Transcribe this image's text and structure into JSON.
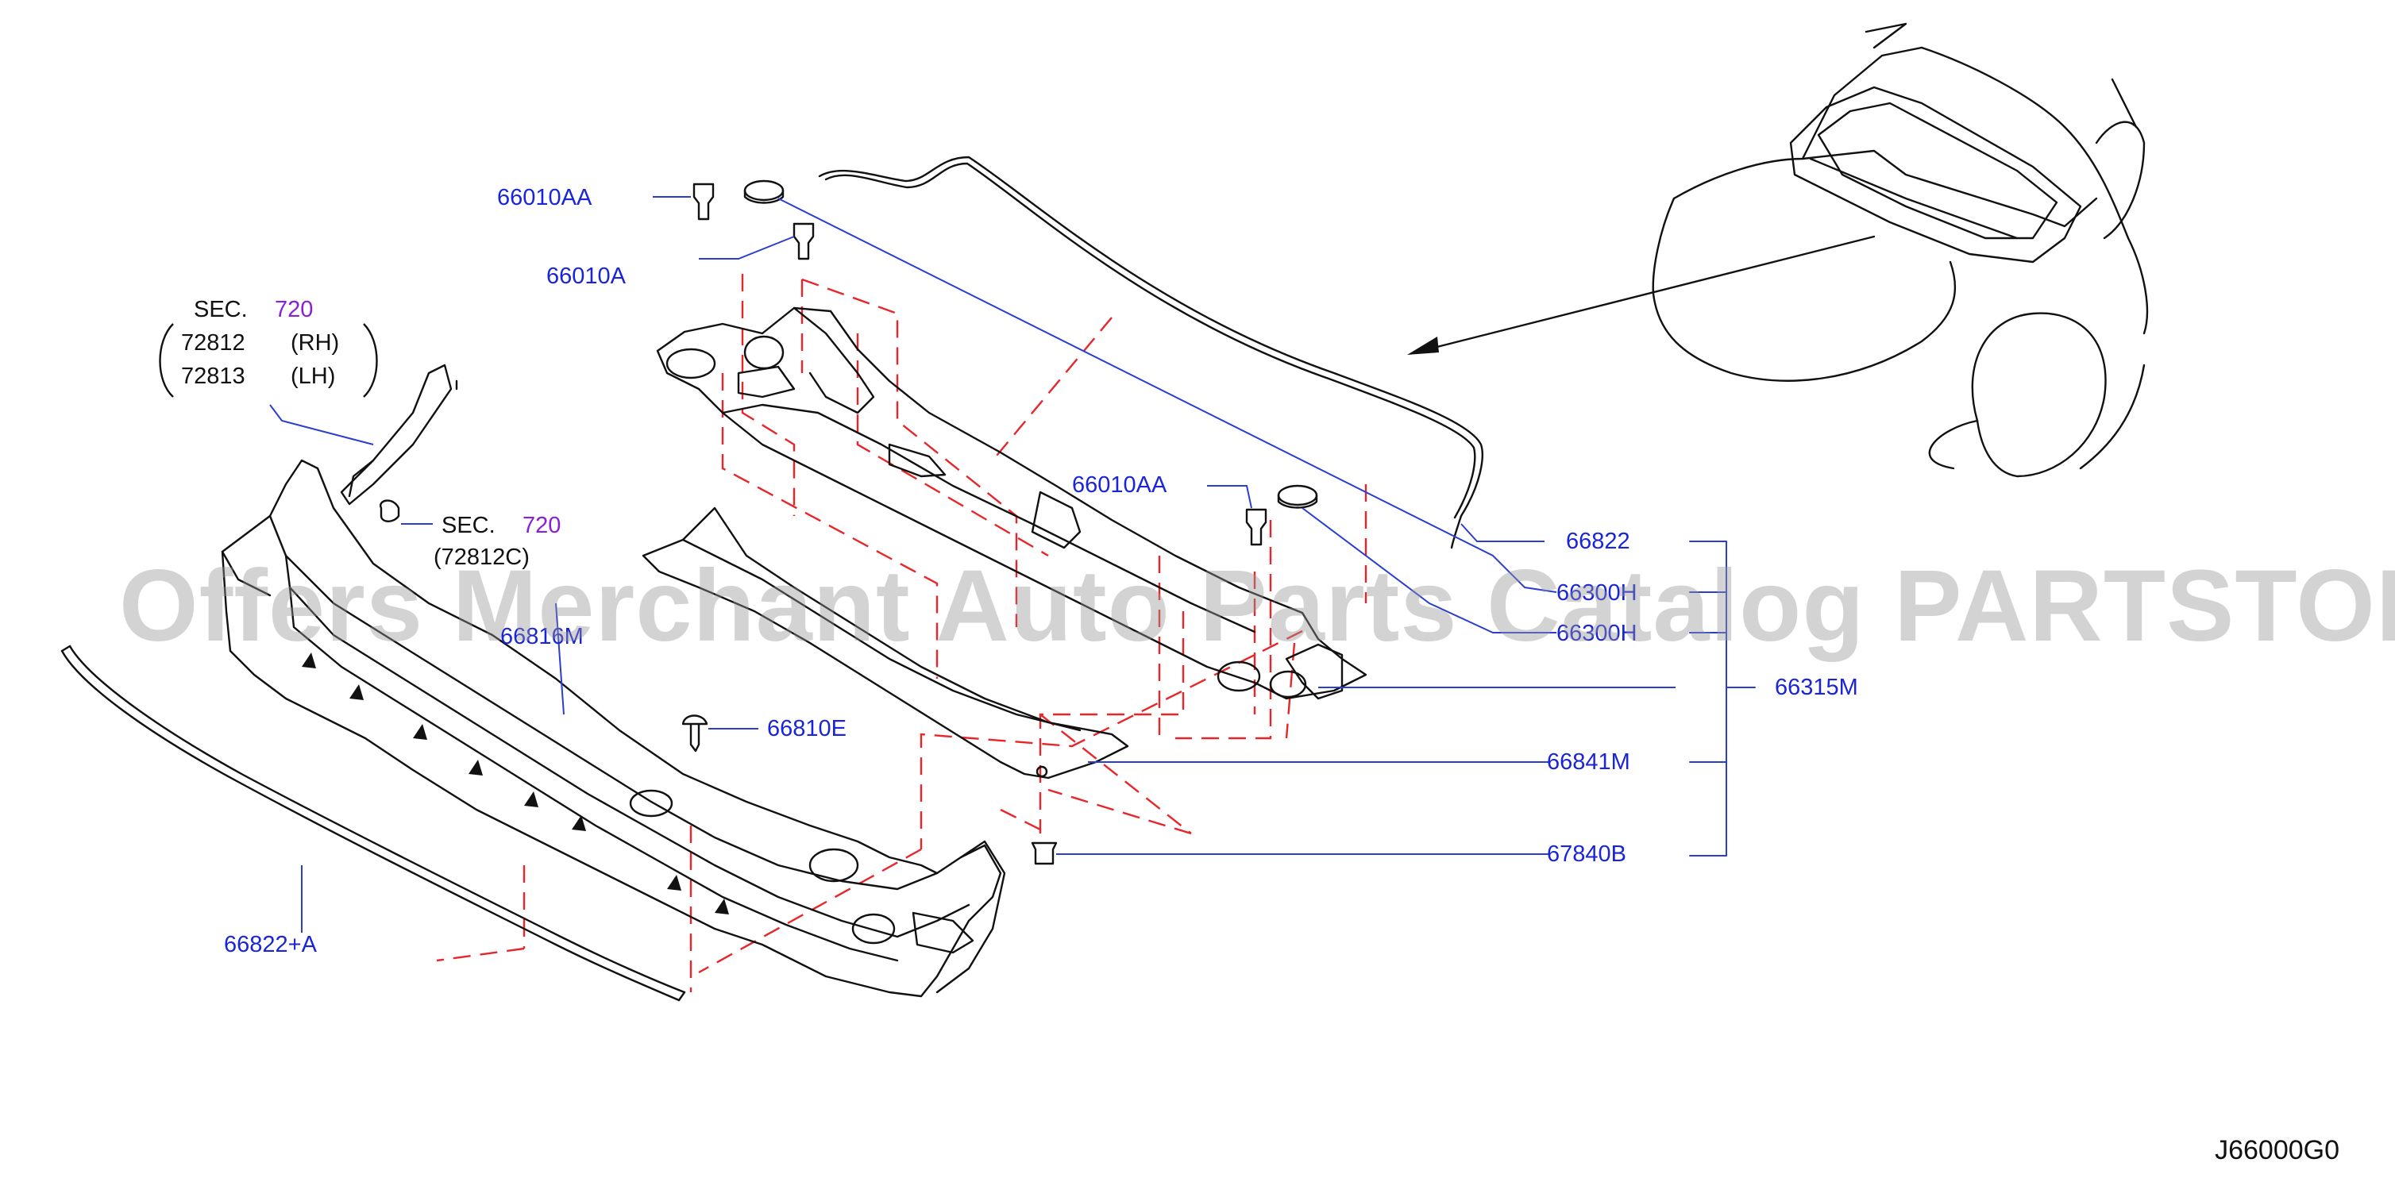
{
  "labels": {
    "p66010AA_1": "66010AA",
    "p66010A": "66010A",
    "p66010AA_2": "66010AA",
    "p66822": "66822",
    "p66300H_1": "66300H",
    "p66300H_2": "66300H",
    "p66315M": "66315M",
    "p66841M": "66841M",
    "p67840B": "67840B",
    "p66810E": "66810E",
    "p66816M": "66816M",
    "p66822A": "66822+A",
    "sec_1": "SEC.",
    "sec_1_num": "720",
    "p72812": "72812",
    "rh": "(RH)",
    "p72813": "72813",
    "lh": "(LH)",
    "sec_2": "SEC.",
    "sec_2_num": "720",
    "p72812C": "(72812C)"
  },
  "watermark": "Offers Merchant Auto Parts Catalog PARTSTORE.SA",
  "diagram_code": "J66000G0",
  "colors": {
    "callout": "#1a24d8",
    "section_ref": "#8a1fd8",
    "dashed_guides": "#e8262a",
    "line_art": "#111111",
    "leader_lines": "#2a3fd0"
  }
}
